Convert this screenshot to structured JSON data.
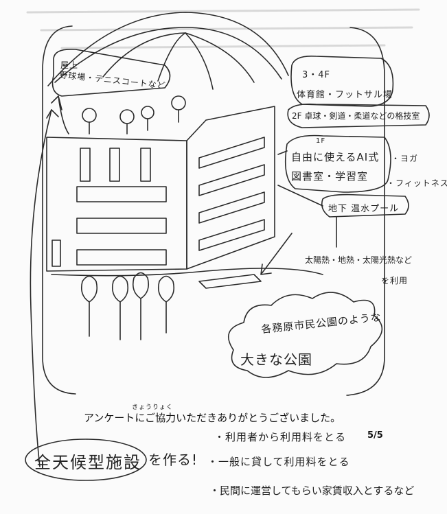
{
  "sketch": {
    "roof_label_line1": "屋上",
    "roof_label_line2": "野球場・テニスコートなど",
    "floors_34_label": "3・4F",
    "floors_34_line1": "体育館・フットサル場",
    "floors_34_line2": "2F 卓球・剣道・柔道などの格技室",
    "floor_1_label": "1F",
    "floor_1_line1": "自由に使えるAI式",
    "floor_1_line2": "図書室・学習室",
    "yoga": "・ヨガ",
    "fitness": "・フィットネス",
    "basement": "地下 温水プール",
    "energy_line1": "太陽熱・地熱・太陽光熱など",
    "energy_line2": "を利用",
    "park_line1": "各務原市民公園のような",
    "park_line2": "大きな公園",
    "proposal": "全天候型施設",
    "proposal_suffix": "を作る!",
    "bullet_1": "・利用者から利用料をとる",
    "bullet_2": "・一般に貸して利用料をとる",
    "bullet_3": "・民間に運営してもらい家賃収入とするなど"
  },
  "footer": {
    "thanks": "アンケートにご協力いただきありがとうございました。",
    "thanks_ruby": "きょうりょく",
    "page": "5/5"
  }
}
